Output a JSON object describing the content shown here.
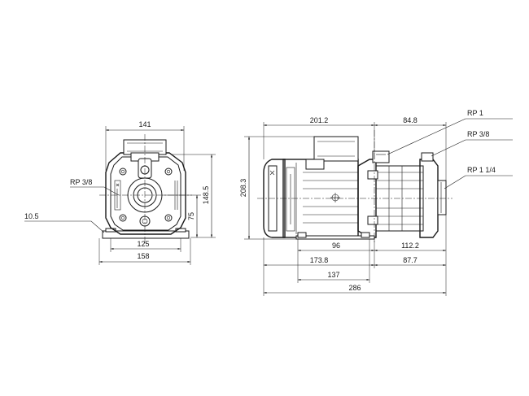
{
  "front_view": {
    "dims": {
      "width_top": "141",
      "height_total": "148.5",
      "shaft_height": "75",
      "base_inner": "125",
      "base_outer": "158",
      "foot_thickness": "10.5"
    },
    "callouts": {
      "port_left": "RP 3/8"
    }
  },
  "side_view": {
    "dims": {
      "height": "208.3",
      "top_left": "201.2",
      "top_right": "84.8",
      "mid_foot": "96",
      "right_a": "112.2",
      "left_b": "173.8",
      "right_b": "87.7",
      "mid_c": "137",
      "overall": "286"
    },
    "callouts": {
      "discharge": "RP 1",
      "vent": "RP 3/8",
      "suction": "RP 1 1/4"
    }
  }
}
